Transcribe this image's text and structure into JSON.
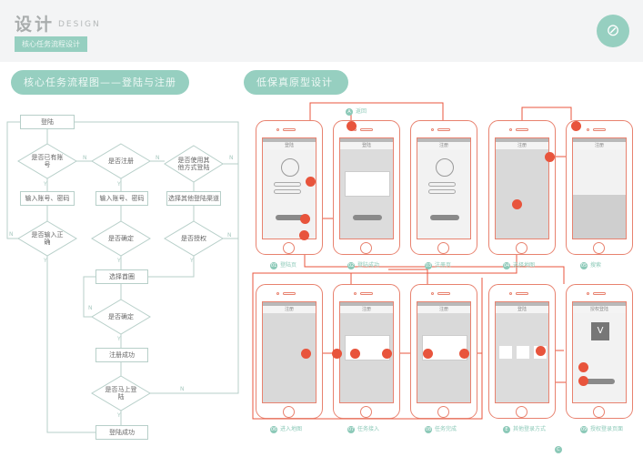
{
  "header": {
    "title": "设计",
    "title_en": "DESIGN",
    "tag": "核心任务流程设计",
    "logo_icon": "compass-icon"
  },
  "sections": {
    "flow_title": "核心任务流程图——登陆与注册",
    "proto_title": "低保真原型设计"
  },
  "flowchart": {
    "nodes": [
      "登陆",
      "是否已有账号",
      "是否注册",
      "是否使用其他方式登陆",
      "输入账号、密码",
      "输入账号、密码",
      "选择其他登陆渠道",
      "是否输入正确",
      "是否确定",
      "是否授权",
      "选择酋圈",
      "是否确定",
      "注册成功",
      "是否马上登陆",
      "登陆成功"
    ],
    "labels": {
      "yes": "Y",
      "no": "N"
    }
  },
  "prototype": {
    "top_marker": {
      "badge": "A",
      "text": "返回"
    },
    "bottom_marker": {
      "badge": "C"
    },
    "phones": [
      {
        "num": "01",
        "label": "登陆页",
        "screen_title": "登陆"
      },
      {
        "num": "02",
        "label": "登陆成功",
        "screen_title": "登陆"
      },
      {
        "num": "03",
        "label": "注册页",
        "screen_title": "注册"
      },
      {
        "num": "04",
        "label": "选择地图",
        "screen_title": "注册"
      },
      {
        "num": "05",
        "label": "搜索",
        "screen_title": "注册"
      },
      {
        "num": "06",
        "label": "进入地图",
        "screen_title": "注册"
      },
      {
        "num": "07",
        "label": "任务接入",
        "screen_title": "注册"
      },
      {
        "num": "08",
        "label": "任务完成",
        "screen_title": "注册"
      },
      {
        "num": "E",
        "label": "其他登录方式",
        "screen_title": "登陆"
      },
      {
        "num": "09",
        "label": "授权登录页面",
        "screen_title": "授权登陆"
      }
    ]
  },
  "colors": {
    "accent": "#96cfc0",
    "connector": "#e8543c",
    "phone_outline": "#e8826f"
  }
}
